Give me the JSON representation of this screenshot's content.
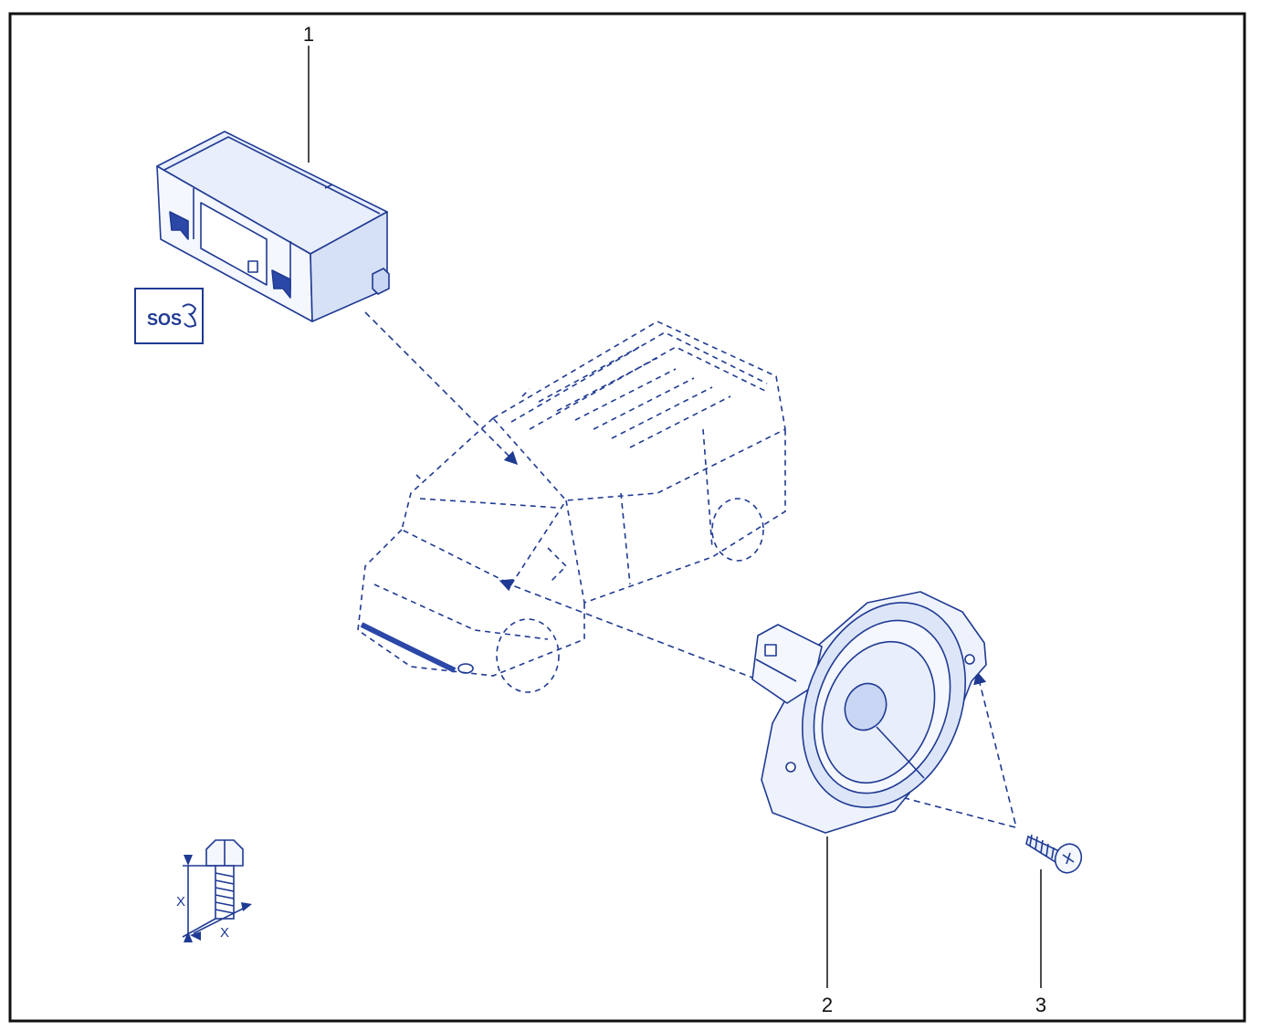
{
  "colors": {
    "frame": "#111111",
    "line": "#1f3a93",
    "fill_light": "#e8eefb",
    "fill_mid": "#c9d6f3",
    "fill_dark": "#2b47a8",
    "callout": "#111111"
  },
  "callouts": {
    "c1": "1",
    "c2": "2",
    "c3": "3"
  },
  "sos_badge": {
    "label": "SOS"
  },
  "torque_symbol": {
    "x_length": "X",
    "x_diameter": "X"
  },
  "icons": [
    "sos-phone-icon",
    "bolt-torque-icon"
  ]
}
